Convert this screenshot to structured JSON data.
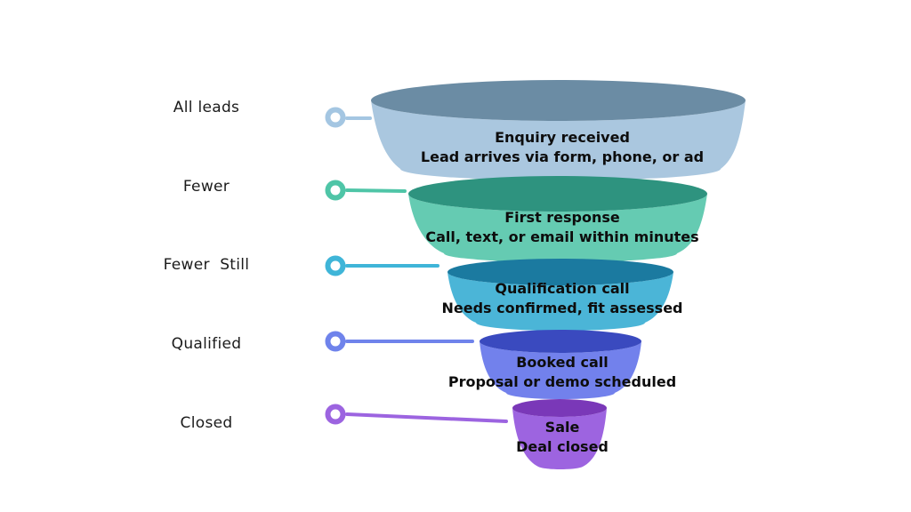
{
  "diagram": {
    "background": "#FFFFFF",
    "text_color": "#0D0D0D",
    "stages": [
      {
        "label": "All leads",
        "title": "Enquiry received",
        "subtitle": "Lead arrives via form, phone, or ad",
        "colors": {
          "top": "#6B8CA4",
          "body": "#AAC7DF",
          "marker": "#A4C6E2"
        }
      },
      {
        "label": "Fewer",
        "title": "First response",
        "subtitle": "Call, text, or email within minutes",
        "colors": {
          "top": "#2E937F",
          "body": "#65CBB2",
          "marker": "#4FC5A7"
        }
      },
      {
        "label": "Fewer  Still",
        "title": "Qualification call",
        "subtitle": "Needs confirmed, fit assessed",
        "colors": {
          "top": "#1B7AA0",
          "body": "#4BB5D7",
          "marker": "#3FB5D8"
        }
      },
      {
        "label": "Qualified",
        "title": "Booked call",
        "subtitle": "Proposal or demo scheduled",
        "colors": {
          "top": "#3A4ABF",
          "body": "#7281EC",
          "marker": "#6F83EB"
        }
      },
      {
        "label": "Closed",
        "title": "Sale",
        "subtitle": "Deal closed",
        "colors": {
          "top": "#7A38B8",
          "body": "#9D64E0",
          "marker": "#9C64E0"
        }
      }
    ]
  }
}
